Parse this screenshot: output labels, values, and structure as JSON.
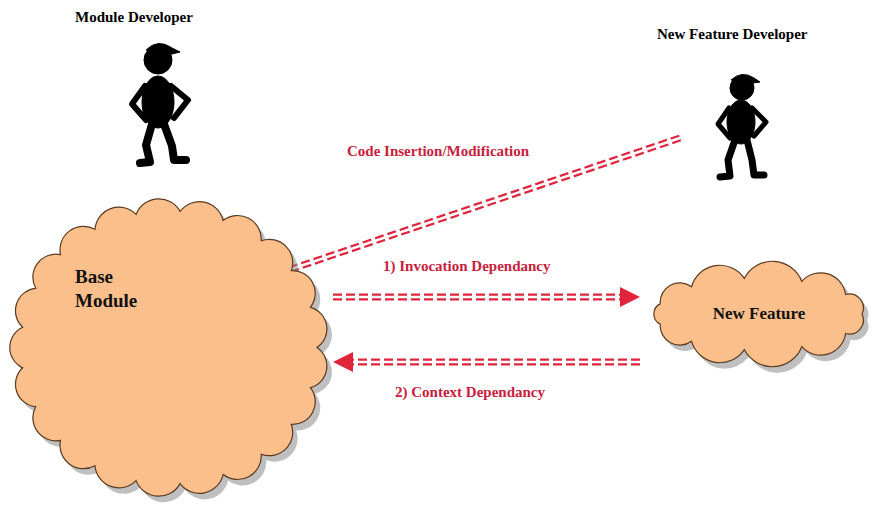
{
  "diagram": {
    "nodes": [
      {
        "text": [
          "Base Module"
        ]
      },
      {
        "text": [
          "New Feature"
        ]
      }
    ],
    "edges": [
      {
        "from": 0,
        "to": 1,
        "arrow": "to",
        "label": "1) Invocation Dependancy"
      },
      {
        "from": 1,
        "to": 0,
        "arrow": "to",
        "label": "2) Context Dependancy"
      }
    ],
    "labels": [
      "Module Developer",
      "New Feature Developer",
      "Code Insertion/Modification"
    ]
  }
}
